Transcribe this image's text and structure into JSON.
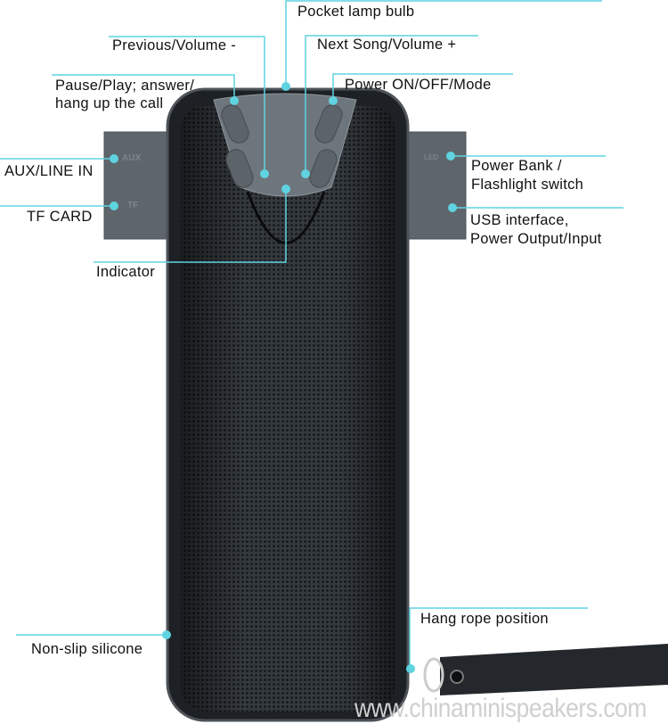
{
  "colors": {
    "callout": "#5fd3e0",
    "body": "#2a2e33",
    "panel": "#5e666c",
    "text": "#111111"
  },
  "labels": {
    "pocket_lamp": "Pocket lamp bulb",
    "previous": "Previous/Volume -",
    "next": "Next Song/Volume +",
    "pause_play_1": "Pause/Play; answer/",
    "pause_play_2": "hang up the call",
    "power": "Power ON/OFF/Mode",
    "aux": "AUX/LINE IN",
    "tf": "TF CARD",
    "power_bank_1": "Power Bank /",
    "power_bank_2": "Flashlight switch",
    "usb_1": "USB interface,",
    "usb_2": "Power Output/Input",
    "indicator": "Indicator",
    "non_slip": "Non-slip silicone",
    "hang_rope": "Hang rope position"
  },
  "device_print": {
    "aux": "AUX",
    "tf": "TF",
    "led": "LED"
  },
  "watermark": "www.chinaminispeakers.com"
}
